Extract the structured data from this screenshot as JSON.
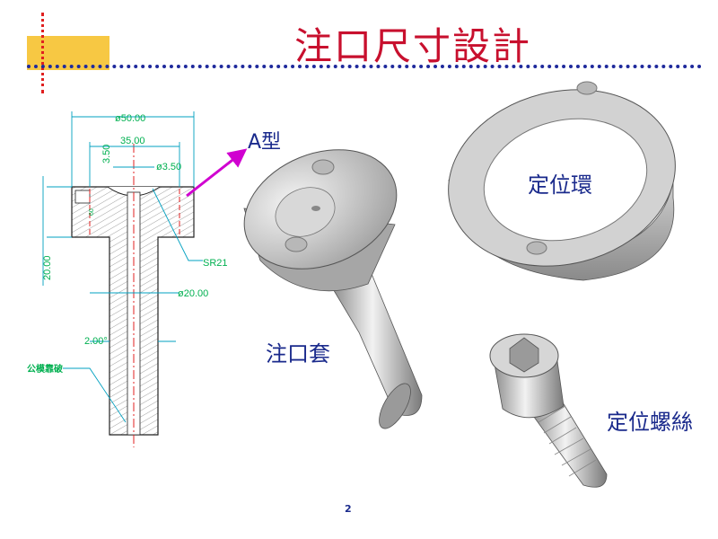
{
  "slide": {
    "title": "注口尺寸設計",
    "page_number": "2"
  },
  "drawing": {
    "dims": {
      "d50": "ø50.00",
      "w35": "35.00",
      "h350": "3.50",
      "d350": "ø3.50",
      "sr21": "SR21",
      "h20": "20.00",
      "d20": "ø20.00",
      "w2": "2.00°",
      "note": "公模靠破",
      "small": "60"
    }
  },
  "labels": {
    "type_a": "A型",
    "sprue_bushing": "注口套",
    "locating_ring": "定位環",
    "locating_screw": "定位螺絲"
  },
  "colors": {
    "title": "#c8102e",
    "label": "#1a2a8c",
    "dim": "#00b050",
    "dim_line": "#00a0c0",
    "arrow": "#d000d0",
    "deco_yellow": "#f7c843",
    "deco_blue": "#1f2a9c",
    "deco_red": "#e02020"
  }
}
